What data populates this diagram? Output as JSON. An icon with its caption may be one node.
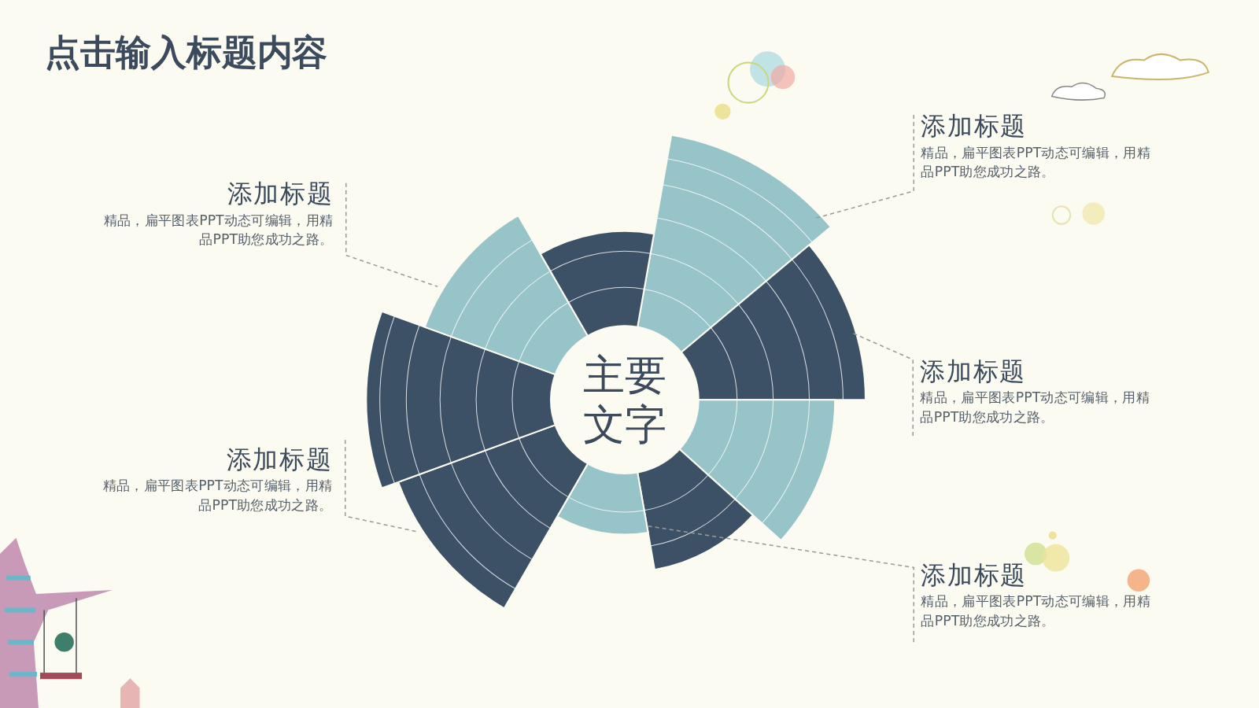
{
  "diagram": {
    "title": "点击输入标题内容",
    "nodes": [
      {
        "text": [
          "主要文字"
        ]
      },
      {
        "text": [
          "添加标题",
          "精品，扁平图表PPT动态可编辑，用精品PPT助您成功之路。"
        ]
      },
      {
        "text": [
          "添加标题",
          "精品，扁平图表PPT动态可编辑，用精品PPT助您成功之路。"
        ]
      },
      {
        "text": [
          "添加标题",
          "精品，扁平图表PPT动态可编辑，用精品PPT助您成功之路。"
        ]
      },
      {
        "text": [
          "添加标题",
          "精品，扁平图表PPT动态可编辑，用精品PPT助您成功之路。"
        ]
      },
      {
        "text": [
          "添加标题",
          "精品，扁平图表PPT动态可编辑，用精品PPT助您成功之路。"
        ]
      }
    ],
    "edges": [
      {
        "from": 1,
        "to": null,
        "arrow": "none",
        "style": "dashed"
      },
      {
        "from": 2,
        "to": null,
        "arrow": "none",
        "style": "dashed"
      },
      {
        "from": 3,
        "to": null,
        "arrow": "none",
        "style": "dashed"
      },
      {
        "from": 4,
        "to": null,
        "arrow": "none",
        "style": "dashed"
      },
      {
        "from": 5,
        "to": null,
        "arrow": "none",
        "style": "dashed"
      }
    ]
  }
}
